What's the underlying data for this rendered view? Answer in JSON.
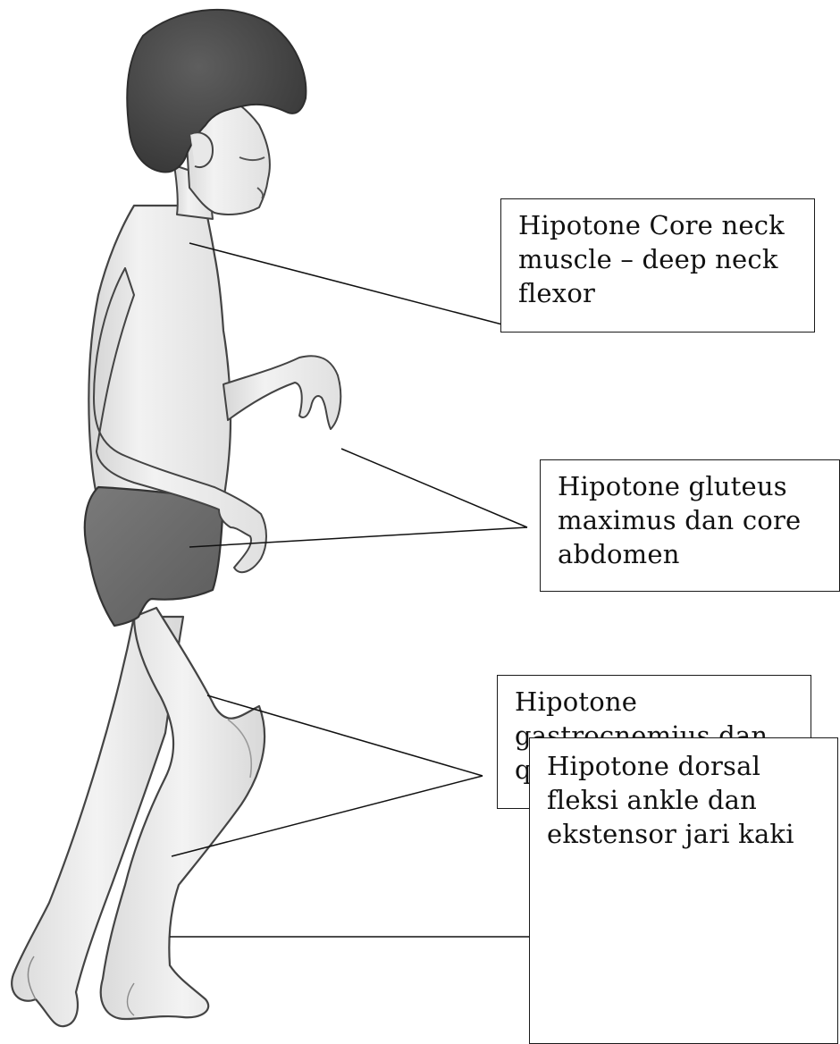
{
  "labels": {
    "neck": "Hipotone Core neck\nmuscle – deep neck\nflexor",
    "glute": "Hipotone gluteus\nmaximus dan core\nabdomen",
    "leg": "Hipotone\ngastrocnemius dan\nquadricep",
    "ankle": "Hipotone dorsal\nfleksi ankle dan\nekstensor jari kaki"
  },
  "colors": {
    "hair": "#4a4a4a",
    "skin": "#ececec",
    "shorts": "#6e6e6e",
    "outline": "#444444",
    "leader_line": "#111111"
  }
}
